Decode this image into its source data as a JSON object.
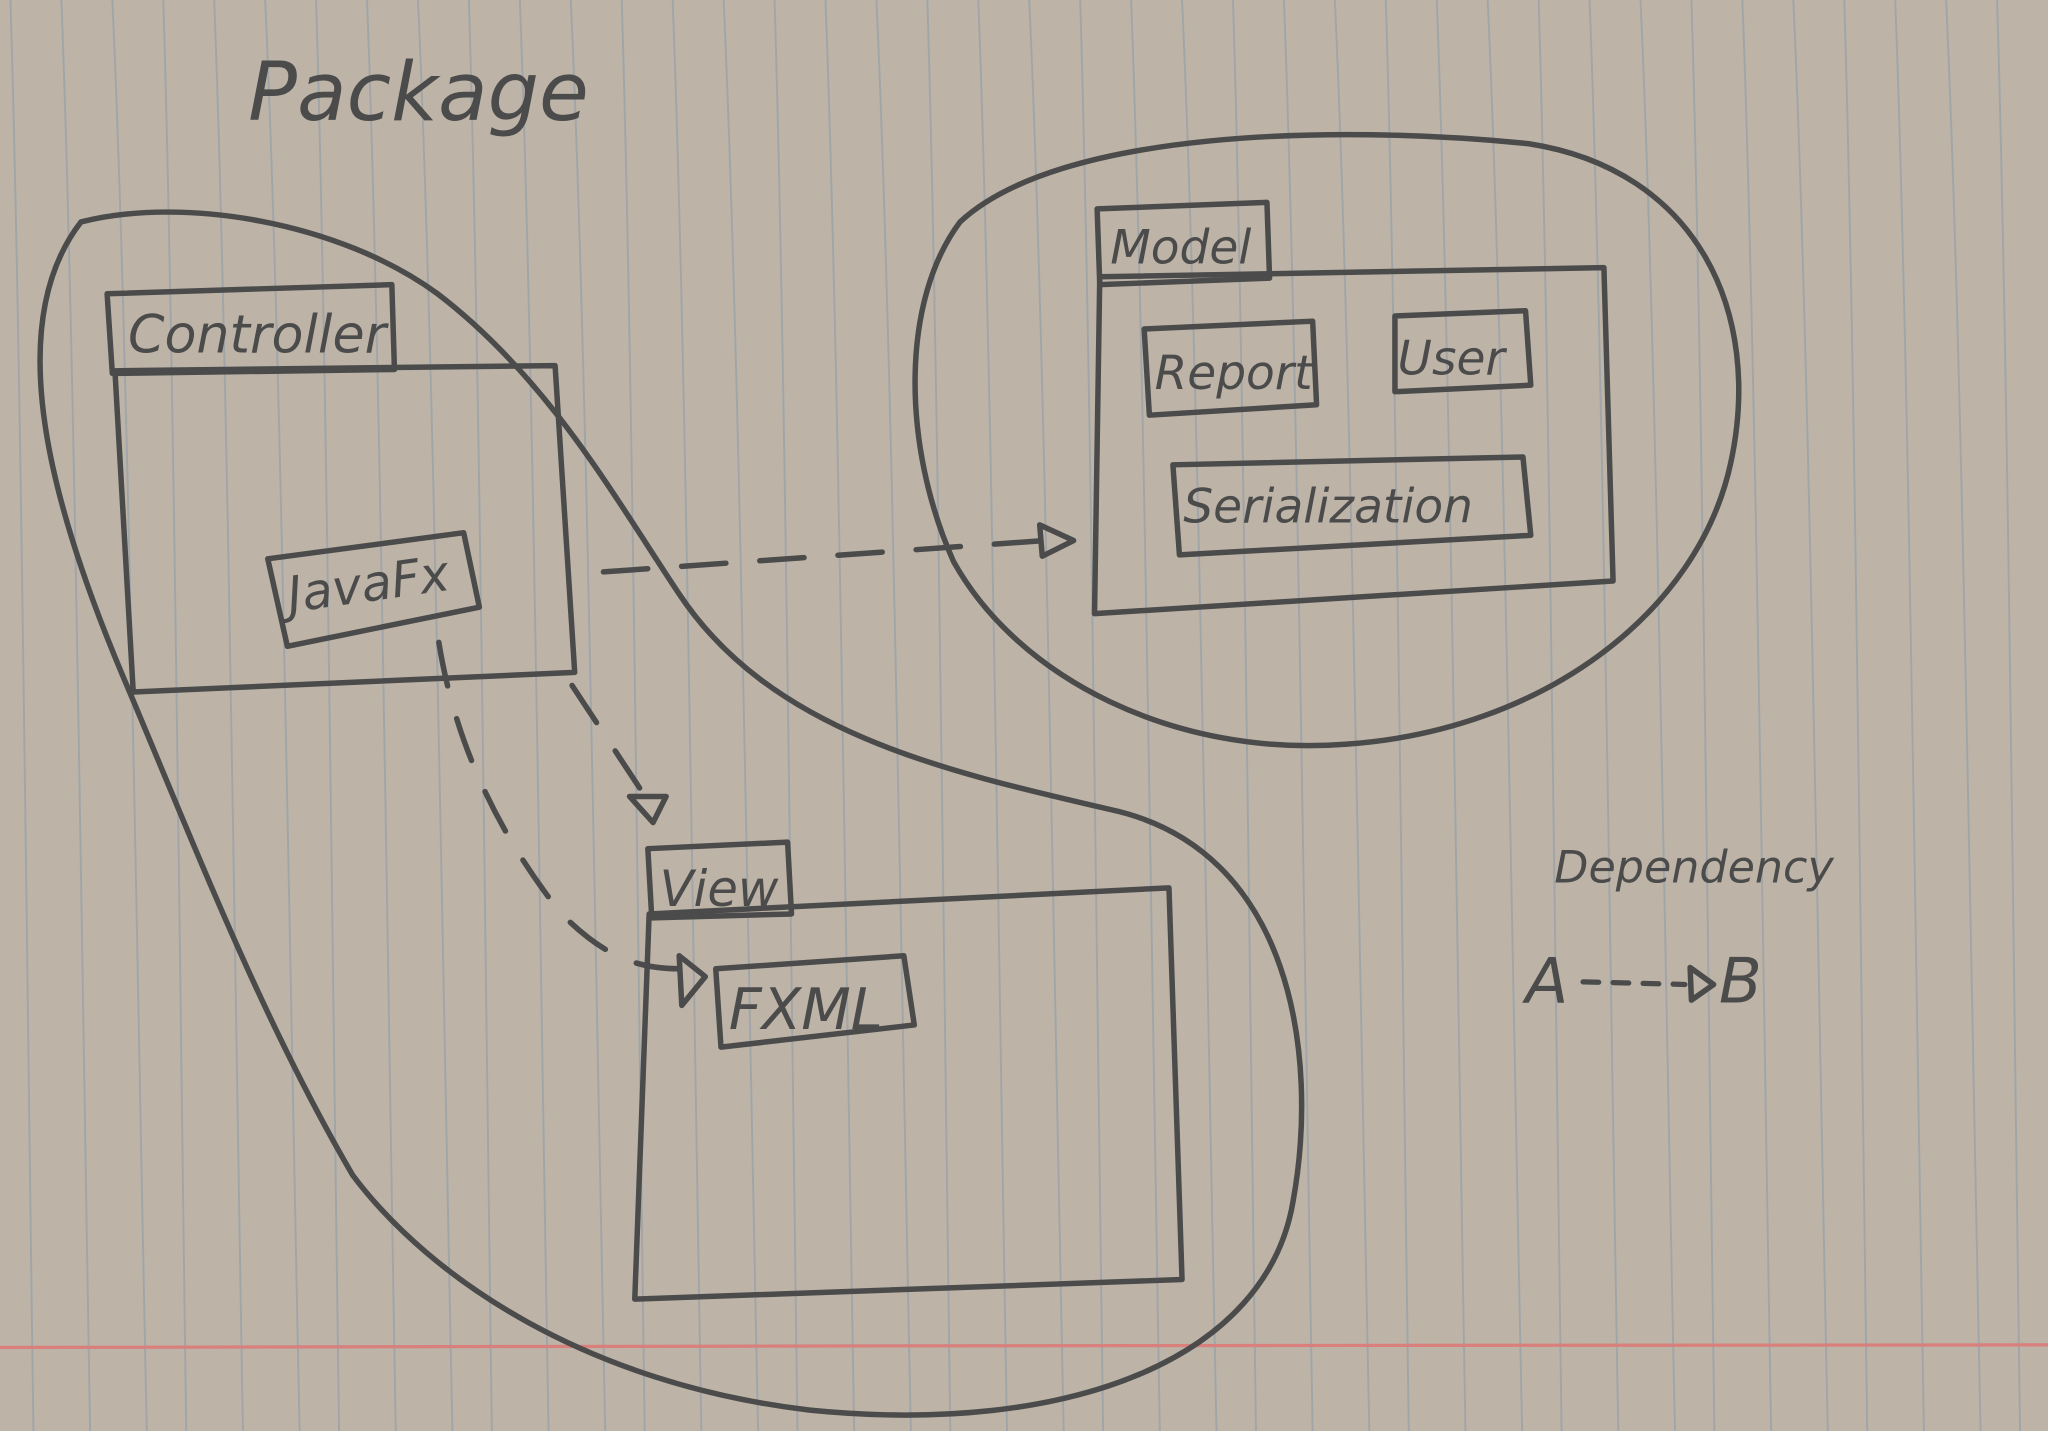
{
  "title": "Package",
  "packages": {
    "controller": {
      "label": "Controller",
      "inner": [
        "JavaFx"
      ]
    },
    "model": {
      "label": "Model",
      "inner": [
        "Report",
        "User",
        "Serialization"
      ]
    },
    "view": {
      "label": "View",
      "inner": [
        "FXML"
      ]
    }
  },
  "legend": {
    "title": "Dependency",
    "from": "A",
    "to": "B"
  },
  "colors": {
    "paper": "#bdb4a7",
    "ink": "#4b4b4b",
    "rule": "#9ba2aa",
    "margin": "#d97f7c"
  }
}
